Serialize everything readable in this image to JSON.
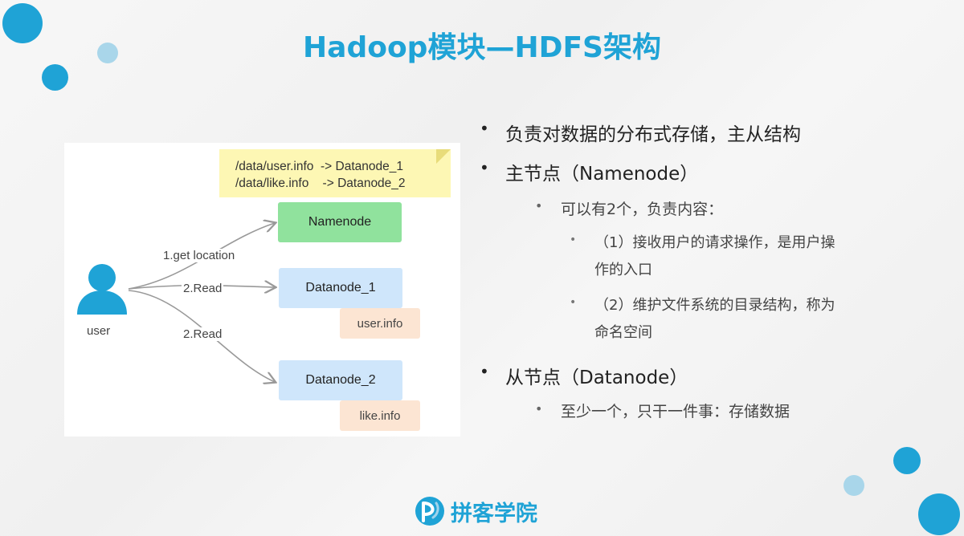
{
  "slide": {
    "title": "Hadoop模块—HDFS架构",
    "accent_color": "#1fa3d6",
    "light_dot_color": "#a9d6ea"
  },
  "diagram": {
    "note_lines": [
      "/data/user.info  -> Datanode_1",
      "/data/like.info    -> Datanode_2"
    ],
    "user_label": "user",
    "edge_labels": [
      "1.get location",
      "2.Read",
      "2.Read"
    ],
    "nodes": [
      {
        "label": "Namenode",
        "color": "#90e29d"
      },
      {
        "label": "Datanode_1",
        "color": "#cfe6fb"
      },
      {
        "label": "Datanode_2",
        "color": "#cfe6fb"
      }
    ],
    "files": [
      {
        "label": "user.info",
        "color": "#fce5d3"
      },
      {
        "label": "like.info",
        "color": "#fce5d3"
      }
    ]
  },
  "bullets": {
    "b1": "负责对数据的分布式存储，主从结构",
    "b2": "主节点（Namenode）",
    "b2_1": "可以有2个，负责内容：",
    "b2_1_1_line1": "（1）接收用户的请求操作，是用户操",
    "b2_1_1_line2": "作的入口",
    "b2_1_2_line1": "（2）维护文件系统的目录结构，称为",
    "b2_1_2_line2": "命名空间",
    "b3": "从节点（Datanode）",
    "b3_1": "至少一个，只干一件事：存储数据",
    "bullet_glyph": "•"
  },
  "logo": {
    "text": "拼客学院",
    "icon": "pinke-logo-icon"
  }
}
